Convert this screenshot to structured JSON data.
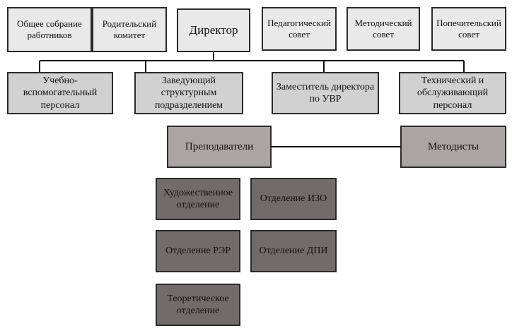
{
  "top_row": [
    {
      "id": "general-meeting",
      "label": "Общее собрание работников"
    },
    {
      "id": "parent-committee",
      "label": "Родительский комитет"
    },
    {
      "id": "director",
      "label": "Директор"
    },
    {
      "id": "pedagogical-council",
      "label": "Педагогический совет"
    },
    {
      "id": "methodical-council",
      "label": "Методический совет"
    },
    {
      "id": "board-of-trustees",
      "label": "Попечительский совет"
    }
  ],
  "second_row": [
    {
      "id": "support-staff",
      "label": "Учебно-вспомогательный персонал"
    },
    {
      "id": "unit-head",
      "label": "Заведующий структурным подразделением"
    },
    {
      "id": "deputy-director",
      "label": "Заместитель директора по УВР"
    },
    {
      "id": "technical-staff",
      "label": "Технический и обслуживающий персонал"
    }
  ],
  "third_row": [
    {
      "id": "teachers",
      "label": "Преподаватели"
    },
    {
      "id": "methodists",
      "label": "Методисты"
    }
  ],
  "departments": [
    {
      "id": "art-dept",
      "label": "Художественное отделение"
    },
    {
      "id": "izo-dept",
      "label": "Отделение ИЗО"
    },
    {
      "id": "rer-dept",
      "label": "Отделение РЭР"
    },
    {
      "id": "dpi-dept",
      "label": "Отделение ДПИ"
    },
    {
      "id": "theory-dept",
      "label": "Теоретическое отделение"
    }
  ],
  "colors": {
    "level1": "#e9e9e9",
    "level2": "#d1d1d1",
    "level3": "#aaa5a5",
    "level4": "#716c6c",
    "border": "#2a2a2a"
  }
}
